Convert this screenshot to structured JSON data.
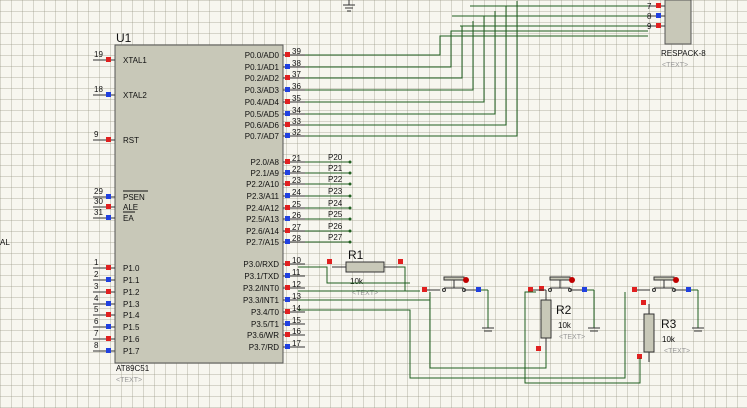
{
  "colors": {
    "background": "#f7f6ef",
    "grid": "#c9c8b8",
    "chip_fill": "#c8c8b8",
    "wire": "#1f5e1f",
    "pin_red": "#e02020",
    "pin_blue": "#2040e0",
    "text": "#111111"
  },
  "mcu": {
    "ref": "U1",
    "part": "AT89C51",
    "text_tag": "<TEXT>",
    "left_pins": [
      {
        "num": "19",
        "name": "XTAL1"
      },
      {
        "num": "18",
        "name": "XTAL2"
      },
      {
        "num": "9",
        "name": "RST"
      },
      {
        "num": "29",
        "name": "PSEN"
      },
      {
        "num": "30",
        "name": "ALE"
      },
      {
        "num": "31",
        "name": "EA"
      },
      {
        "num": "1",
        "name": "P1.0"
      },
      {
        "num": "2",
        "name": "P1.1"
      },
      {
        "num": "3",
        "name": "P1.2"
      },
      {
        "num": "4",
        "name": "P1.3"
      },
      {
        "num": "5",
        "name": "P1.4"
      },
      {
        "num": "6",
        "name": "P1.5"
      },
      {
        "num": "7",
        "name": "P1.6"
      },
      {
        "num": "8",
        "name": "P1.7"
      }
    ],
    "right_pins": [
      {
        "num": "39",
        "name": "P0.0/AD0"
      },
      {
        "num": "38",
        "name": "P0.1/AD1"
      },
      {
        "num": "37",
        "name": "P0.2/AD2"
      },
      {
        "num": "36",
        "name": "P0.3/AD3"
      },
      {
        "num": "35",
        "name": "P0.4/AD4"
      },
      {
        "num": "34",
        "name": "P0.5/AD5"
      },
      {
        "num": "33",
        "name": "P0.6/AD6"
      },
      {
        "num": "32",
        "name": "P0.7/AD7"
      },
      {
        "num": "21",
        "name": "P2.0/A8"
      },
      {
        "num": "22",
        "name": "P2.1/A9"
      },
      {
        "num": "23",
        "name": "P2.2/A10"
      },
      {
        "num": "24",
        "name": "P2.3/A11"
      },
      {
        "num": "25",
        "name": "P2.4/A12"
      },
      {
        "num": "26",
        "name": "P2.5/A13"
      },
      {
        "num": "27",
        "name": "P2.6/A14"
      },
      {
        "num": "28",
        "name": "P2.7/A15"
      },
      {
        "num": "10",
        "name": "P3.0/RXD"
      },
      {
        "num": "11",
        "name": "P3.1/TXD"
      },
      {
        "num": "12",
        "name": "P3.2/INT0"
      },
      {
        "num": "13",
        "name": "P3.3/INT1"
      },
      {
        "num": "14",
        "name": "P3.4/T0"
      },
      {
        "num": "15",
        "name": "P3.5/T1"
      },
      {
        "num": "16",
        "name": "P3.6/WR"
      },
      {
        "num": "17",
        "name": "P3.7/RD"
      }
    ],
    "p2_net_labels": [
      "P20",
      "P21",
      "P22",
      "P23",
      "P24",
      "P25",
      "P26",
      "P27"
    ]
  },
  "respack": {
    "ref": "RESPACK-8",
    "text_tag": "<TEXT>",
    "pins": [
      "7",
      "8",
      "9"
    ]
  },
  "resistors": [
    {
      "ref": "R1",
      "value": "10k",
      "text_tag": "<TEXT>"
    },
    {
      "ref": "R2",
      "value": "10k",
      "text_tag": "<TEXT>"
    },
    {
      "ref": "R3",
      "value": "10k",
      "text_tag": "<TEXT>"
    }
  ],
  "left_edge_label": "AL"
}
